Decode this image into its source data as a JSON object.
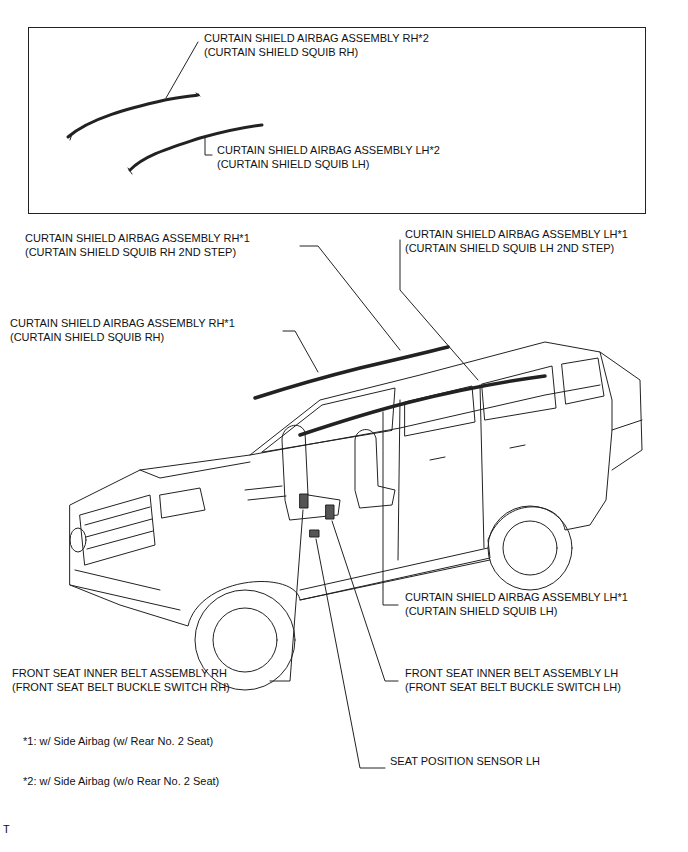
{
  "diagram": {
    "nodes": [
      {
        "text": [
          "CURTAIN SHIELD AIRBAG ASSEMBLY RH*2",
          "(CURTAIN SHIELD SQUIB RH)",
          "CURTAIN SHIELD AIRBAG ASSEMBLY LH*2",
          "(CURTAIN SHIELD SQUIB LH)"
        ]
      }
    ],
    "labels": [
      "CURTAIN SHIELD AIRBAG ASSEMBLY RH*1",
      "(CURTAIN SHIELD SQUIB RH 2ND STEP)",
      "CURTAIN SHIELD AIRBAG ASSEMBLY LH*1",
      "(CURTAIN SHIELD SQUIB LH 2ND STEP)",
      "CURTAIN SHIELD AIRBAG ASSEMBLY RH*1",
      "(CURTAIN SHIELD SQUIB RH)",
      "CURTAIN SHIELD AIRBAG ASSEMBLY LH*1",
      "(CURTAIN SHIELD SQUIB LH)",
      "FRONT SEAT INNER BELT ASSEMBLY RH",
      "(FRONT SEAT BELT BUCKLE SWITCH RH)",
      "FRONT SEAT INNER BELT ASSEMBLY LH",
      "(FRONT SEAT BELT BUCKLE SWITCH LH)",
      "*1: w/ Side Airbag (w/ Rear No. 2 Seat)",
      "SEAT POSITION SENSOR LH",
      "*2: w/ Side Airbag (w/o Rear No. 2 Seat)",
      "T"
    ]
  }
}
